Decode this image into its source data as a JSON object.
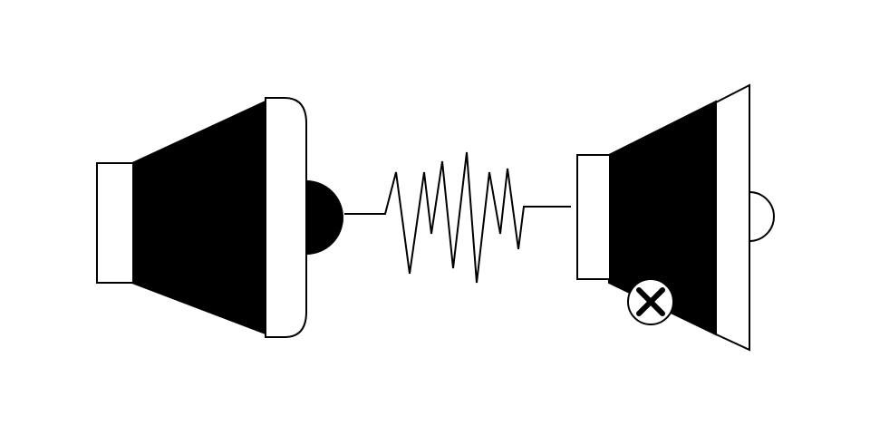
{
  "illustration": {
    "left_speaker": {
      "icon": "loudspeaker-icon",
      "state": "active",
      "emitting": true
    },
    "signal": {
      "icon": "sound-wave-icon",
      "style": "zigzag"
    },
    "right_speaker": {
      "icon": "loudspeaker-icon",
      "state": "muted",
      "status_icon": "close-icon"
    },
    "colors": {
      "ink": "#000000",
      "paper": "#ffffff"
    }
  }
}
